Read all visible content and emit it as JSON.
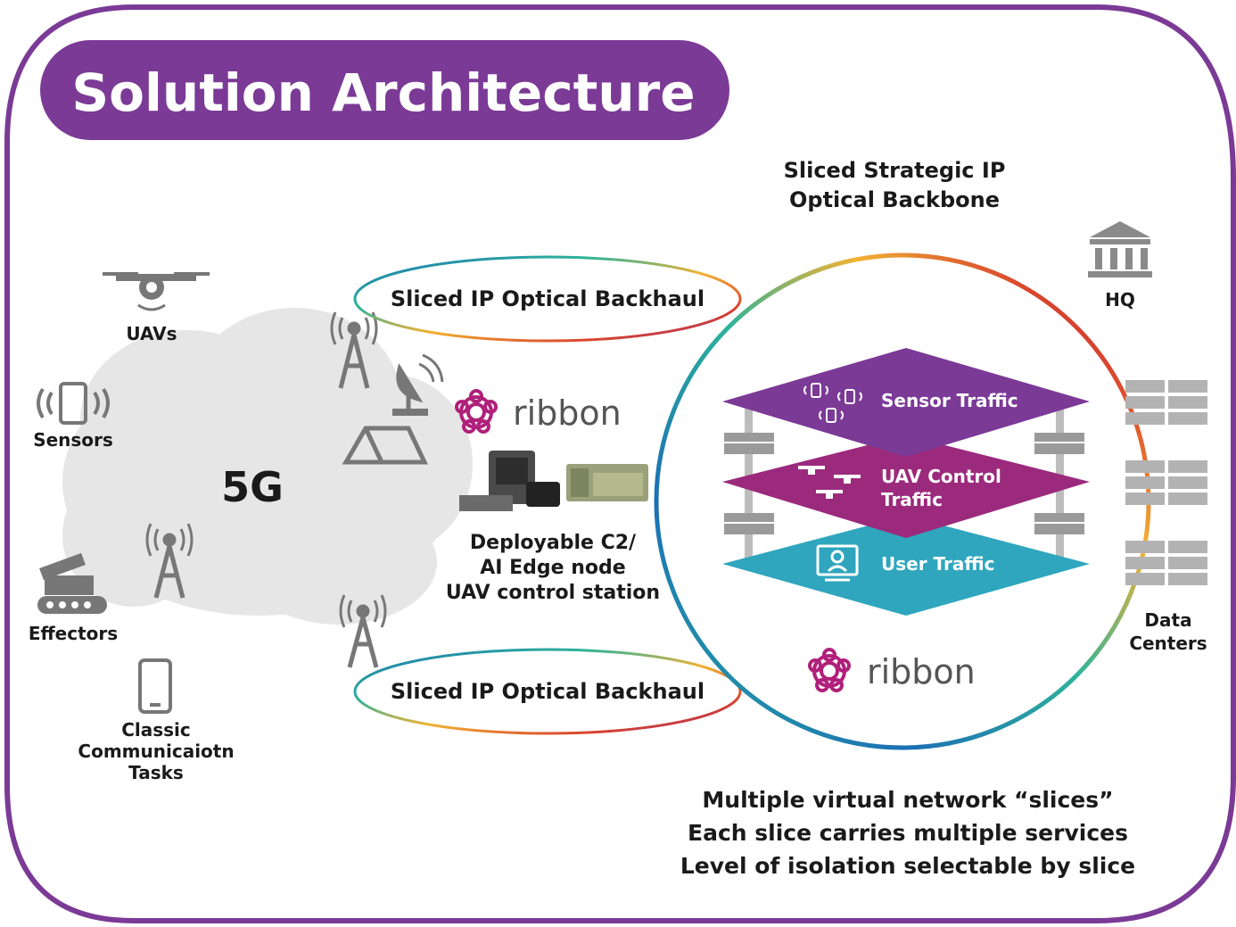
{
  "title": "Solution Architecture",
  "cloud_label": "5G",
  "left_items": {
    "uavs": "UAVs",
    "sensors": "Sensors",
    "effectors": "Effectors",
    "classic_line1": "Classic",
    "classic_line2": "Communicaiotn",
    "classic_line3": "Tasks"
  },
  "backhaul_top": "Sliced IP Optical Backhaul",
  "backhaul_bottom": "Sliced IP Optical Backhaul",
  "ribbon_logo_text": "ribbon",
  "deployable": {
    "line1": "Deployable C2/",
    "line2": "AI Edge node",
    "line3": "UAV control station"
  },
  "backbone_title": {
    "line1": "Sliced Strategic IP",
    "line2": "Optical Backbone"
  },
  "slices": {
    "sensor": "Sensor Traffic",
    "uav_line1": "UAV Control",
    "uav_line2": "Traffic",
    "user": "User Traffic"
  },
  "hq": "HQ",
  "data_centers": {
    "line1": "Data",
    "line2": "Centers"
  },
  "footer": {
    "line1": "Multiple virtual network “slices”",
    "line2": "Each slice carries multiple services",
    "line3": "Level of isolation selectable by slice"
  },
  "colors": {
    "brand_purple": "#7b3a96",
    "sensor_slice": "#7b3a96",
    "uav_slice": "#9b2a7c",
    "user_slice": "#2fa6be",
    "cloud": "#e6e6e6",
    "icon_gray": "#8a8a8a",
    "logo_magenta": "#b0207a"
  }
}
